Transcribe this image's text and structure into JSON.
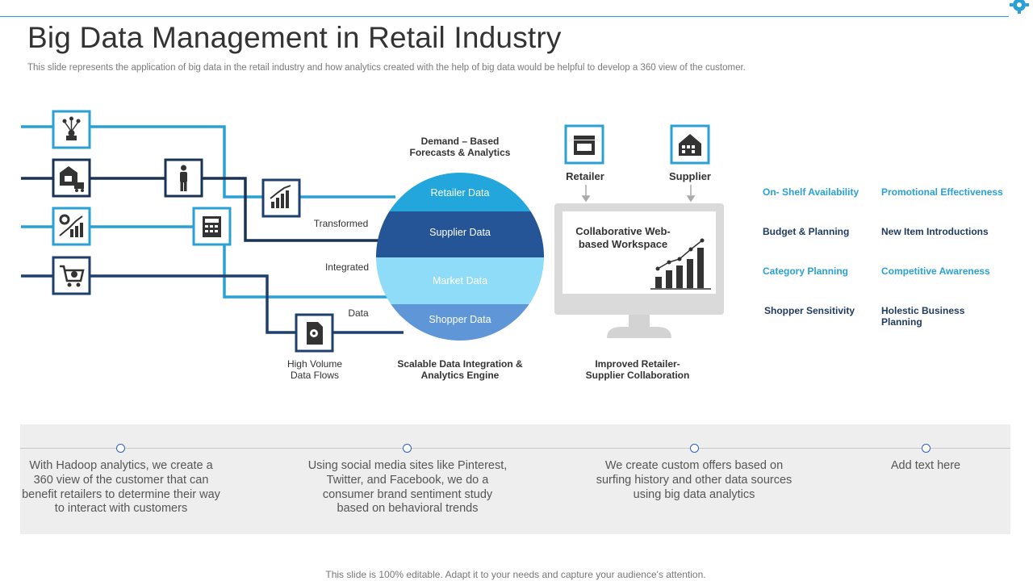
{
  "header": {
    "title": "Big Data Management in Retail Industry",
    "subtitle": "This slide represents the application of big data in the retail industry and how analytics created with the help of big data would be helpful to develop a 360 view of the customer."
  },
  "diagram": {
    "flow_labels": {
      "transformed": "Transformed",
      "integrated": "Integrated",
      "data": "Data",
      "high_volume": "High Volume\nData Flows"
    },
    "circle": {
      "top_label": "Demand – Based\nForecasts & Analytics",
      "bottom_label": "Scalable Data Integration &\nAnalytics Engine",
      "segments": [
        {
          "label": "Retailer Data",
          "color": "#22a6dc"
        },
        {
          "label": "Supplier Data",
          "color": "#255497"
        },
        {
          "label": "Market Data",
          "color": "#8fdcf8"
        },
        {
          "label": "Shopper Data",
          "color": "#5e96d8"
        }
      ]
    },
    "retailer_label": "Retailer",
    "supplier_label": "Supplier",
    "workspace_title": "Collaborative Web-\nbased Workspace",
    "monitor_caption": "Improved Retailer-\nSupplier Collaboration"
  },
  "benefits": [
    {
      "label": "On- Shelf Availability",
      "tone": "light"
    },
    {
      "label": "Promotional Effectiveness",
      "tone": "light"
    },
    {
      "label": "Budget & Planning",
      "tone": "dark"
    },
    {
      "label": "New Item Introductions",
      "tone": "dark"
    },
    {
      "label": "Category Planning",
      "tone": "light"
    },
    {
      "label": "Competitive Awareness",
      "tone": "light"
    },
    {
      "label": "Shopper Sensitivity",
      "tone": "dark"
    },
    {
      "label": "Holestic Business\nPlanning",
      "tone": "dark"
    }
  ],
  "panel": [
    {
      "text": "With Hadoop analytics, we create a 360 view of the customer that can benefit retailers to determine their way to interact with customers"
    },
    {
      "text": "Using social media sites like Pinterest, Twitter, and Facebook, we do a consumer brand sentiment study based on behavioral trends"
    },
    {
      "text": "We create custom offers based on surfing history and other data sources using big data analytics"
    },
    {
      "text": "Add text here"
    }
  ],
  "footer": "This slide is 100% editable. Adapt it to your needs and capture your audience's attention.",
  "colors": {
    "light_blue": "#2aa0d4",
    "dark_navy": "#1f3a5f",
    "accent": "#2a62b0"
  },
  "icons": [
    "network-icon",
    "store-truck-icon",
    "person-icon",
    "growth-chart-icon",
    "gears-chart-icon",
    "calculator-icon",
    "cart-icon",
    "document-icon",
    "storefront-icon",
    "house-icon",
    "bar-chart-icon",
    "gear-icon"
  ]
}
